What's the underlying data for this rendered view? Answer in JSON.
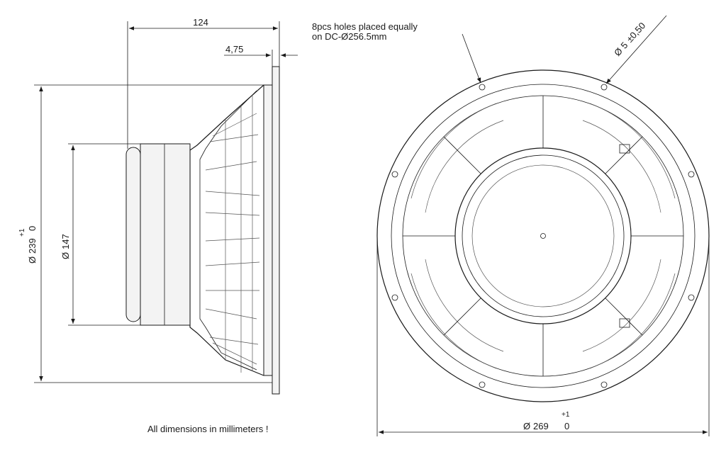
{
  "side_view": {
    "depth": "124",
    "flange": "4,75",
    "dia_outer_symbol": "Ø",
    "dia_outer": "239",
    "dia_outer_tol_upper": "+1",
    "dia_outer_tol_lower": "0",
    "dia_magnet_symbol": "Ø",
    "dia_magnet": "147"
  },
  "front_view": {
    "holes_note_line1": "8pcs holes placed equally",
    "holes_note_line2": "on DC-Ø256.5mm",
    "hole_dia_symbol": "Ø",
    "hole_dia": "5",
    "hole_tol": "±0,50",
    "dia_overall_symbol": "Ø",
    "dia_overall": "269",
    "dia_overall_tol_upper": "+1",
    "dia_overall_tol_lower": "0"
  },
  "footnote": "All dimensions in millimeters !"
}
